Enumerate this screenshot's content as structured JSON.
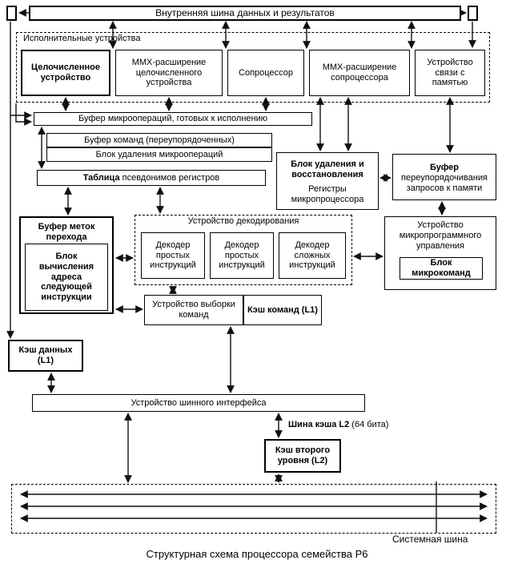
{
  "colors": {
    "ink": "#000000",
    "background": "#ffffff"
  },
  "window": {
    "caption": "Структурная схема процессора семейства Р6"
  },
  "top_bus": {
    "label": "Внутренняя шина данных и результатов"
  },
  "execution_units": {
    "title": "Исполнительные устройства",
    "units": [
      {
        "label": "Целочисленное устройство"
      },
      {
        "label": "MMX-расширение целочисленного устройства"
      },
      {
        "label": "Сопроцессор"
      },
      {
        "label": "MMX-расширение сопроцессора"
      },
      {
        "label": "Устройство связи с памятью"
      }
    ]
  },
  "uop_buffer": {
    "label": "Буфер микроопераций, готовых к исполнению"
  },
  "cmd_buffer": {
    "label": "Буфер команд (переупорядоченных)"
  },
  "uop_removal": {
    "label": "Блок удаления микроопераций"
  },
  "retire_unit": {
    "line1": "Блок удаления и восстановления",
    "line2": "Регистры микропроцессора"
  },
  "mem_reorder": {
    "title": "Буфер",
    "rest": "переупорядочивания запросов к памяти"
  },
  "alias_table": {
    "bold": "Таблица",
    "rest": " псевдонимов регистров"
  },
  "branch_buffer": {
    "title": "Буфер меток перехода",
    "inner": "Блок вычисления адреса следующей инструкции"
  },
  "decoder": {
    "title": "Устройство декодирования",
    "units": [
      {
        "label": "Декодер простых инструкций"
      },
      {
        "label": "Декодер простых инструкций"
      },
      {
        "label": "Декодер сложных инструкций"
      }
    ]
  },
  "microcode": {
    "title": "Устройство микропрограммного управления",
    "inner": "Блок микрокоманд"
  },
  "fetch_unit": {
    "label": "Устройство выборки команд"
  },
  "icache": {
    "label": "Кэш команд (L1)"
  },
  "dcache": {
    "label": "Кэш данных (L1)"
  },
  "bus_interface": {
    "label": "Устройство шинного интерфейса"
  },
  "l2_bus": {
    "bold": "Шина кэша L2",
    "rest": " (64 бита)"
  },
  "l2_cache": {
    "label": "Кэш второго уровня (L2)"
  },
  "system_bus": {
    "label": "Системная шина"
  }
}
